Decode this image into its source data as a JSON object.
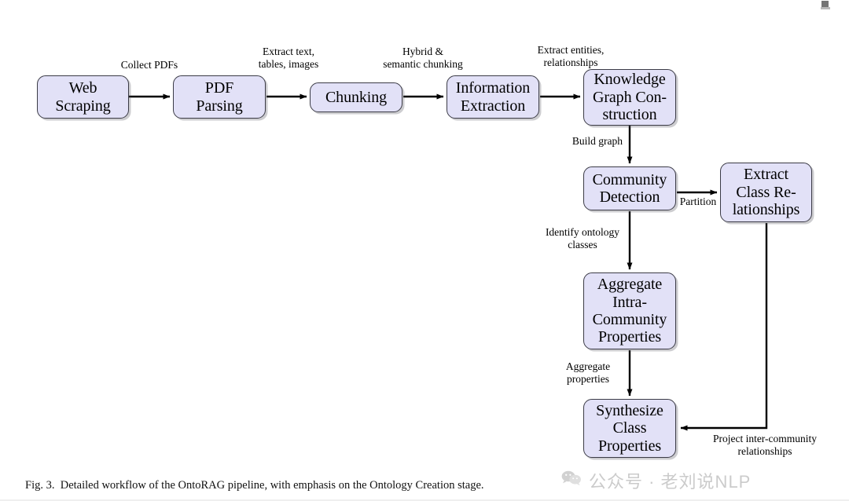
{
  "figure": {
    "caption": "Fig. 3.  Detailed workflow of the OntoRAG pipeline, with emphasis on the Ontology Creation stage.",
    "node_fill_color": "#e2e1f7",
    "node_border_color": "#3b3b46",
    "connector_color": "#000000",
    "background_color": "#ffffff"
  },
  "nodes": [
    {
      "id": "web-scraping",
      "label": "Web\nScraping"
    },
    {
      "id": "pdf-parsing",
      "label": "PDF\nParsing"
    },
    {
      "id": "chunking",
      "label": "Chunking"
    },
    {
      "id": "information-extraction",
      "label": "Information\nExtraction"
    },
    {
      "id": "knowledge-graph-construction",
      "label": "Knowledge\nGraph Con-\nstruction"
    },
    {
      "id": "community-detection",
      "label": "Community\nDetection"
    },
    {
      "id": "extract-class-relationships",
      "label": "Extract\nClass Re-\nlationships"
    },
    {
      "id": "aggregate-intra-community-properties",
      "label": "Aggregate\nIntra-\nCommunity\nProperties"
    },
    {
      "id": "synthesize-class-properties",
      "label": "Synthesize\nClass\nProperties"
    }
  ],
  "edge_labels": [
    {
      "id": "collect-pdfs",
      "text": "Collect PDFs"
    },
    {
      "id": "extract-text-tables-images",
      "text": "Extract text,\ntables, images"
    },
    {
      "id": "hybrid-semantic-chunking",
      "text": "Hybrid &\nsemantic chunking"
    },
    {
      "id": "extract-entities-relationships",
      "text": "Extract entities,\nrelationships"
    },
    {
      "id": "build-graph",
      "text": "Build graph"
    },
    {
      "id": "partition",
      "text": "Partition"
    },
    {
      "id": "identify-ontology-classes",
      "text": "Identify ontology\nclasses"
    },
    {
      "id": "aggregate-properties",
      "text": "Aggregate\nproperties"
    },
    {
      "id": "project-inter-community-relationships",
      "text": "Project inter-community\nrelationships"
    }
  ],
  "watermark": {
    "text": "公众号 · 老刘说NLP",
    "icon": "wechat-icon",
    "color": "#c9c9c9"
  }
}
